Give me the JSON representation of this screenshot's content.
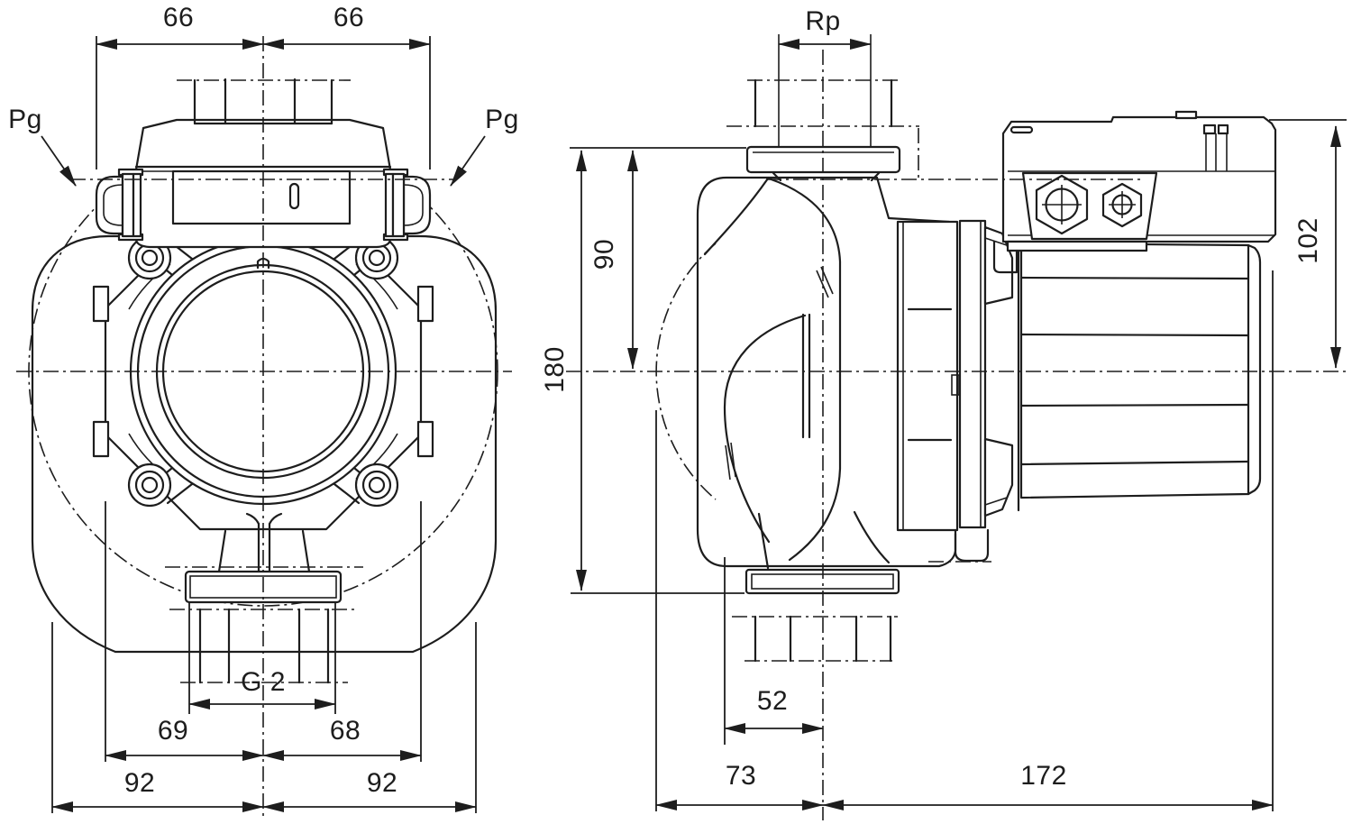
{
  "title": "Pump dimensional drawing, two orthographic views",
  "colors": {
    "line": "#1d1d1d",
    "background": "#ffffff"
  },
  "front_view": {
    "name": "front view",
    "labels": {
      "dim_top_left": "66",
      "dim_top_right": "66",
      "gland_left": "Pg",
      "gland_right": "Pg",
      "thread_outlet": "G 2",
      "dim_bottom_inner_left": "69",
      "dim_bottom_inner_right": "68",
      "dim_bottom_outer_left": "92",
      "dim_bottom_outer_right": "92"
    }
  },
  "side_view": {
    "name": "side view",
    "labels": {
      "thread_port": "Rp",
      "dim_center_height": "90",
      "dim_total_height": "180",
      "dim_box_height": "102",
      "dim_axis_offset": "52",
      "dim_depth_left": "73",
      "dim_depth_right": "172"
    }
  }
}
